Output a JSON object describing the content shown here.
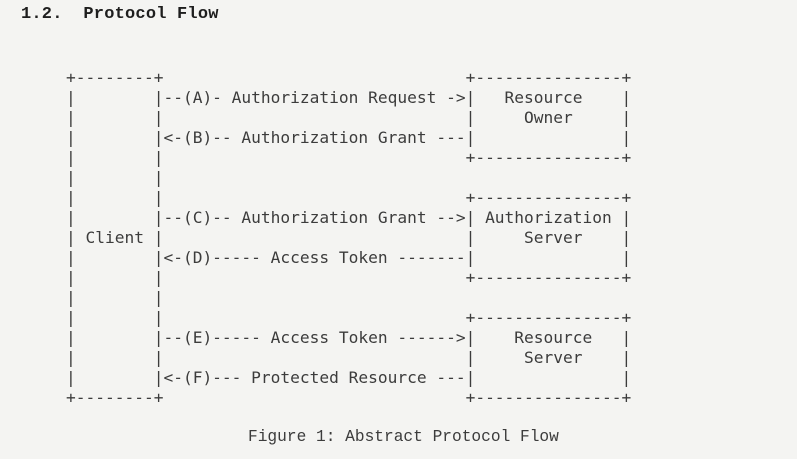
{
  "section": {
    "heading": "1.2.  Protocol Flow"
  },
  "figure": {
    "lines": [
      "+--------+                               +---------------+",
      "|        |--(A)- Authorization Request ->|   Resource    |",
      "|        |                               |     Owner     |",
      "|        |<-(B)-- Authorization Grant ---|               |",
      "|        |                               +---------------+",
      "|        |",
      "|        |                               +---------------+",
      "|        |--(C)-- Authorization Grant -->| Authorization |",
      "| Client |                               |     Server    |",
      "|        |<-(D)----- Access Token -------|               |",
      "|        |                               +---------------+",
      "|        |",
      "|        |                               +---------------+",
      "|        |--(E)----- Access Token ------>|    Resource   |",
      "|        |                               |     Server    |",
      "|        |<-(F)--- Protected Resource ---|               |",
      "+--------+                               +---------------+"
    ],
    "caption": "Figure 1: Abstract Protocol Flow"
  }
}
